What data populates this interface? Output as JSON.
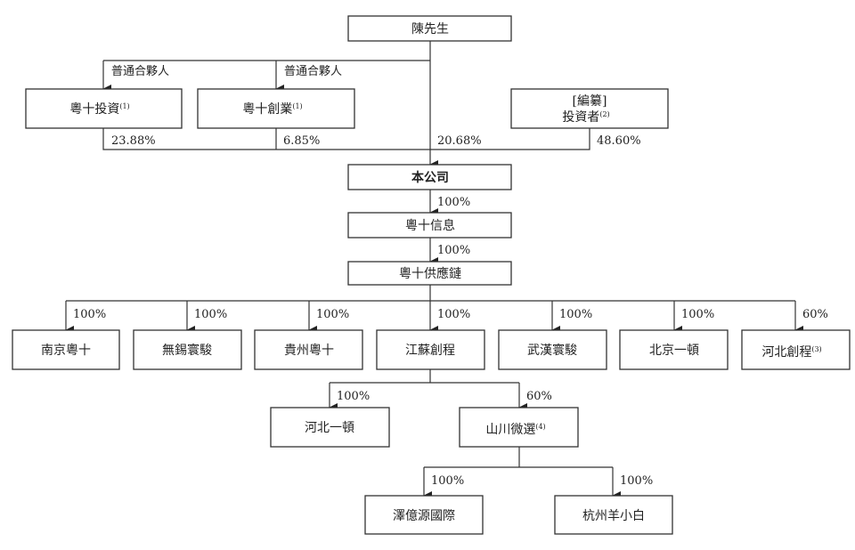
{
  "entities": {
    "chen": "陳先生",
    "yueshi_investment": "粵十投資",
    "yueshi_venture": "粵十創業",
    "investors_line1": "[編纂]",
    "investors_line2": "投資者",
    "company": "本公司",
    "yueshi_info": "粵十信息",
    "yueshi_supply_chain": "粵十供應鏈",
    "nanjing_yueshi": "南京粵十",
    "wuxi_huanjun": "無錫寰駿",
    "guizhou_yueshi": "貴州粵十",
    "jiangsu_chuangcheng": "江蘇創程",
    "wuhan_huanjun": "武漢寰駿",
    "beijing_yidun": "北京一頓",
    "hebei_chuangcheng": "河北創程",
    "hebei_yidun": "河北一頓",
    "shanchuan_weixuan": "山川微選",
    "zeyiyuan_intl": "澤億源國際",
    "hangzhou_yangxiaobai": "杭州羊小白"
  },
  "notes": {
    "n1a": "(1)",
    "n1b": "(1)",
    "n2": "(2)",
    "n3": "(3)",
    "n4": "(4)"
  },
  "relations": {
    "gp1": "普通合夥人",
    "gp2": "普通合夥人",
    "pct_yueshi_investment": "23.88%",
    "pct_yueshi_venture": "6.85%",
    "pct_chen": "20.68%",
    "pct_investors": "48.60%",
    "pct_company_info": "100%",
    "pct_info_supply": "100%",
    "pct_nanjing": "100%",
    "pct_wuxi": "100%",
    "pct_guizhou": "100%",
    "pct_jiangsu": "100%",
    "pct_wuhan": "100%",
    "pct_beijing": "100%",
    "pct_hebei_cc": "60%",
    "pct_hebei_yidun": "100%",
    "pct_shanchuan": "60%",
    "pct_zeyiyuan": "100%",
    "pct_hangzhou": "100%"
  }
}
